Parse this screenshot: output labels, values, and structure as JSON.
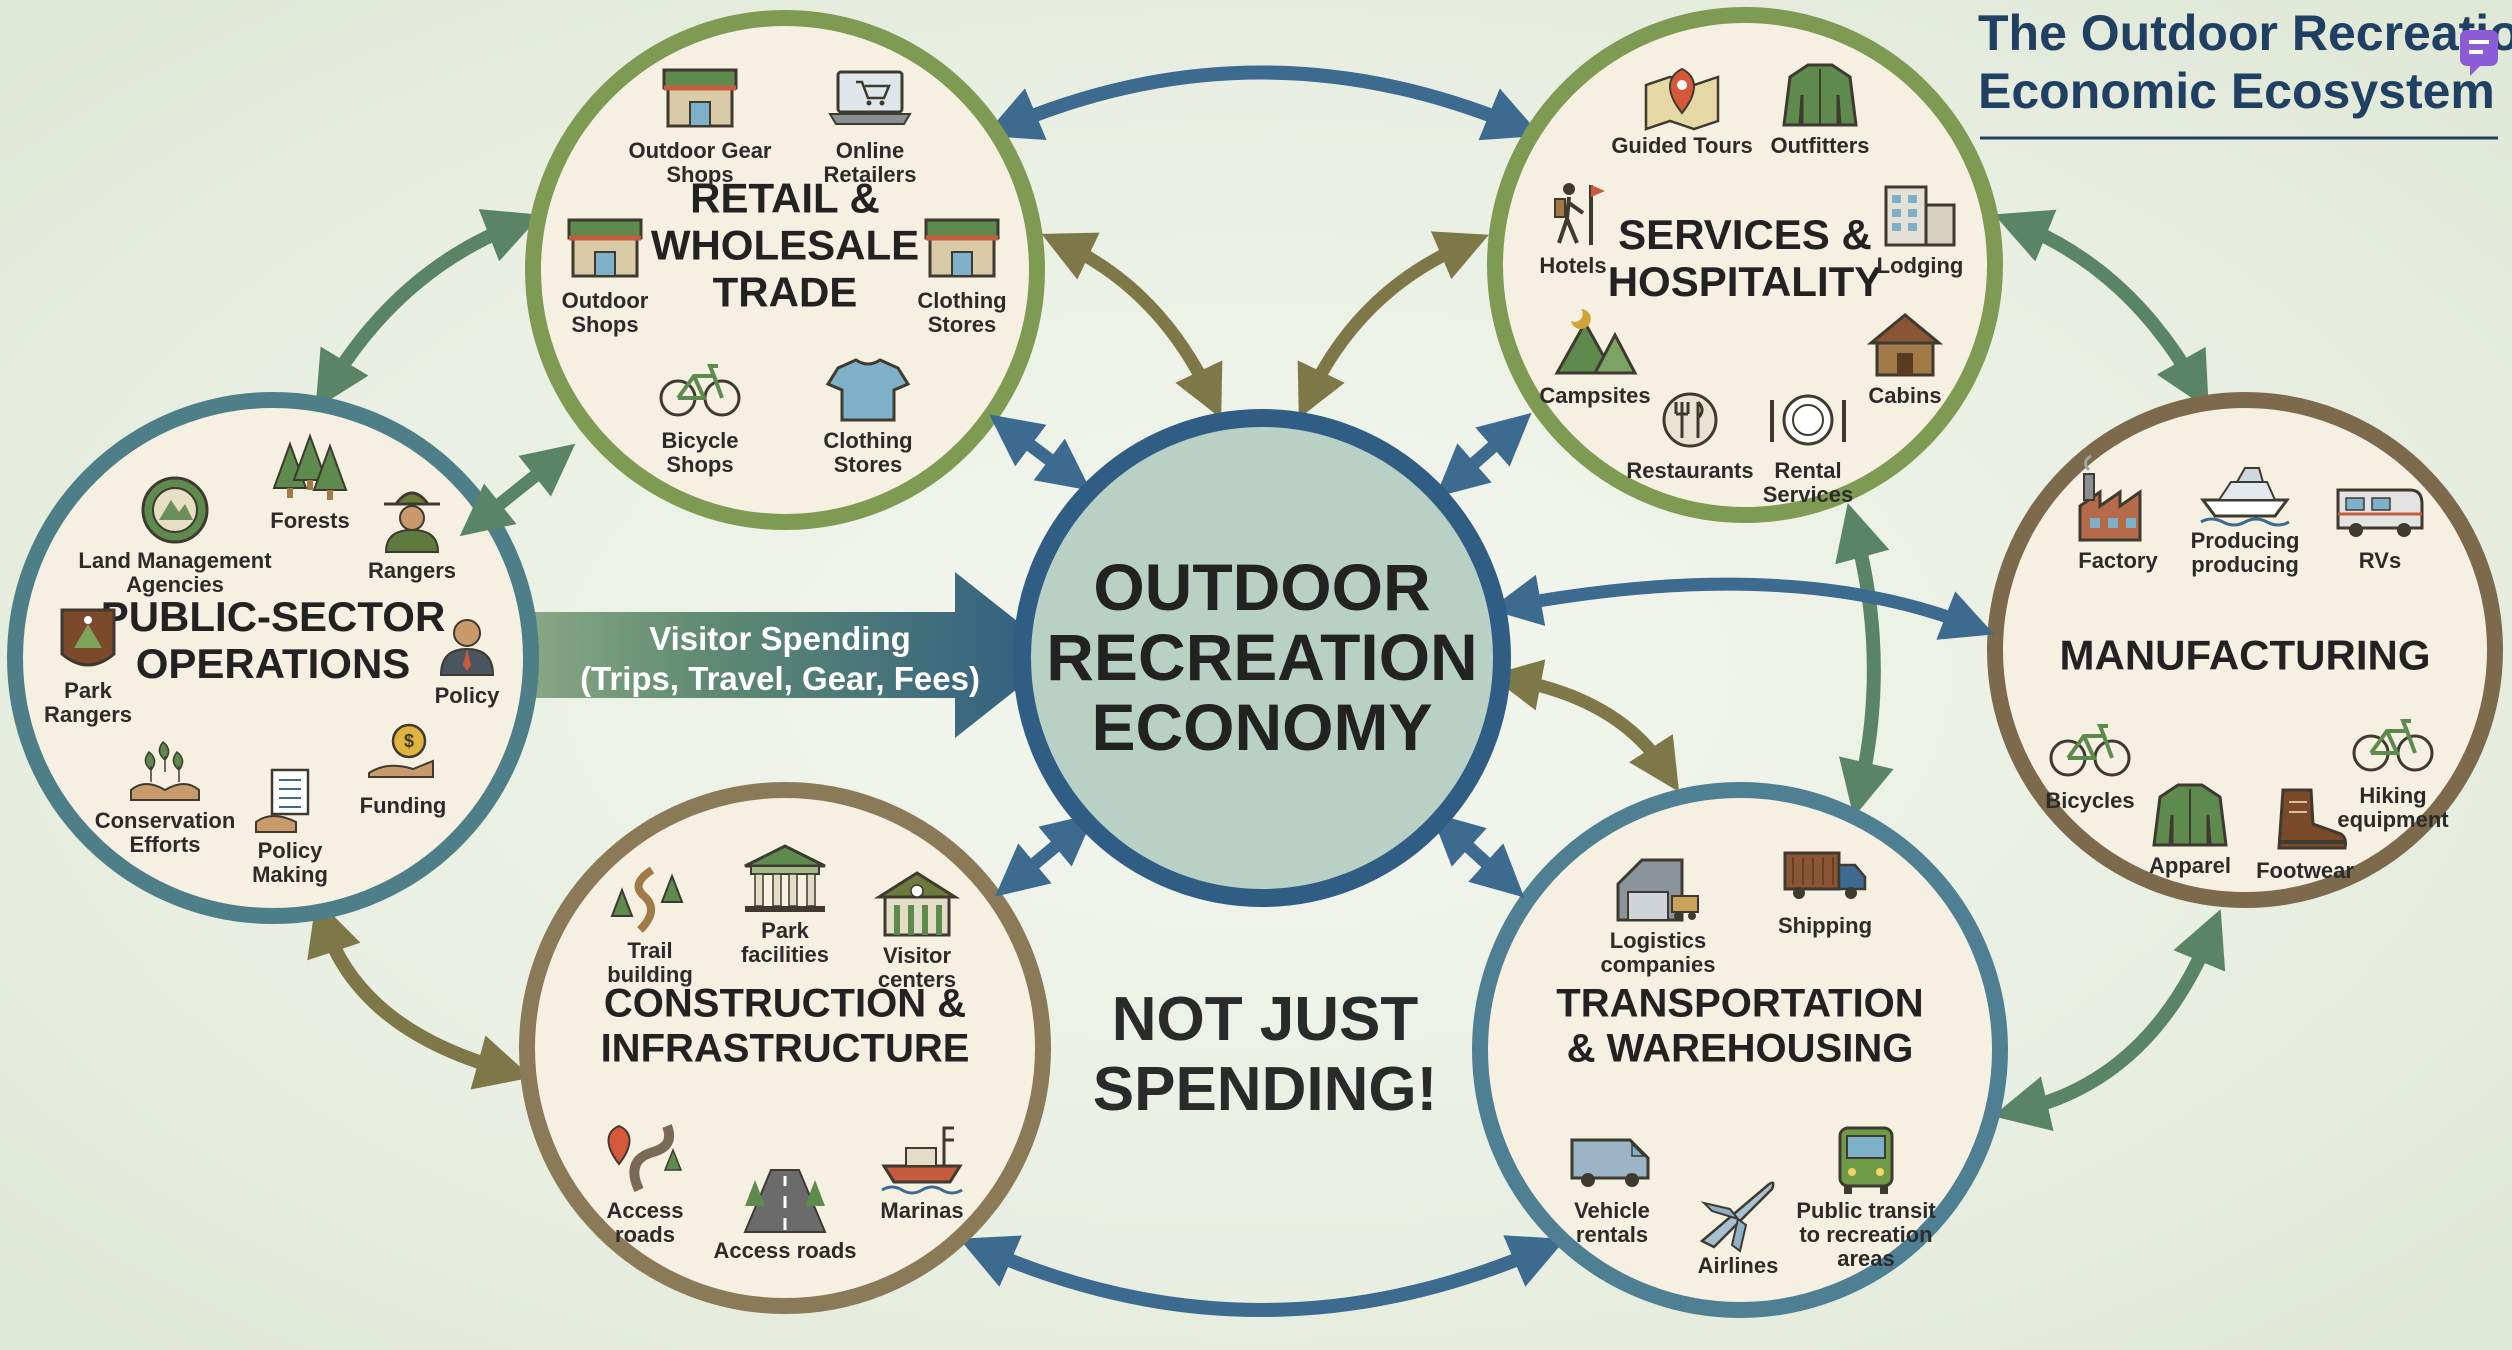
{
  "title": {
    "line1": "The Outdoor Recreation",
    "line2": "Economic Ecosystem"
  },
  "hub": {
    "lines": [
      "OUTDOOR",
      "RECREATION",
      "ECONOMY"
    ]
  },
  "banner": {
    "line1": "Visitor Spending",
    "line2": "(Trips, Travel, Gear, Fees)"
  },
  "note": {
    "line1": "NOT JUST",
    "line2": "SPENDING!"
  },
  "sectors": {
    "retail": {
      "title": [
        "RETAIL &",
        "WHOLESALE",
        "TRADE"
      ],
      "border_color": "#7f9a52",
      "items": [
        {
          "label": [
            "Outdoor Gear",
            "Shops"
          ],
          "icon": "storefront-icon"
        },
        {
          "label": [
            "Online",
            "Retailers"
          ],
          "icon": "laptop-cart-icon"
        },
        {
          "label": [
            "Outdoor",
            "Shops"
          ],
          "icon": "storefront-icon"
        },
        {
          "label": [
            "Clothing",
            "Stores"
          ],
          "icon": "storefront-icon"
        },
        {
          "label": [
            "Bicycle",
            "Shops"
          ],
          "icon": "bicycle-icon"
        },
        {
          "label": [
            "Clothing",
            "Stores"
          ],
          "icon": "tshirt-icon"
        }
      ]
    },
    "services": {
      "title": [
        "SERVICES &",
        "HOSPITALITY"
      ],
      "border_color": "#7f9a52",
      "items": [
        {
          "label": [
            "Guided Tours"
          ],
          "icon": "map-pin-icon"
        },
        {
          "label": [
            "Outfitters"
          ],
          "icon": "jacket-icon"
        },
        {
          "label": [
            "Hotels"
          ],
          "icon": "hiker-icon"
        },
        {
          "label": [
            "Lodging"
          ],
          "icon": "building-icon"
        },
        {
          "label": [
            "Campsites"
          ],
          "icon": "tent-icon"
        },
        {
          "label": [
            "Cabins"
          ],
          "icon": "cabin-icon"
        },
        {
          "label": [
            "Restaurants"
          ],
          "icon": "fork-knife-icon"
        },
        {
          "label": [
            "Rental",
            "Services"
          ],
          "icon": "plate-icon"
        }
      ]
    },
    "public": {
      "title": [
        "PUBLIC-SECTOR",
        "OPERATIONS"
      ],
      "border_color": "#4e7f88",
      "items": [
        {
          "label": [
            "Land Management",
            "Agencies"
          ],
          "icon": "agency-seal-icon"
        },
        {
          "label": [
            "Forests"
          ],
          "icon": "forest-icon"
        },
        {
          "label": [
            "Rangers"
          ],
          "icon": "ranger-icon"
        },
        {
          "label": [
            "Park",
            "Rangers"
          ],
          "icon": "park-badge-icon"
        },
        {
          "label": [
            "Policy"
          ],
          "icon": "official-icon"
        },
        {
          "label": [
            "Conservation",
            "Efforts"
          ],
          "icon": "hands-plant-icon"
        },
        {
          "label": [
            "Policy",
            "Making"
          ],
          "icon": "document-hand-icon"
        },
        {
          "label": [
            "Funding"
          ],
          "icon": "coin-hand-icon"
        }
      ]
    },
    "construction": {
      "title": [
        "CONSTRUCTION &",
        "INFRASTRUCTURE"
      ],
      "border_color": "#8a7a58",
      "items": [
        {
          "label": [
            "Trail",
            "building"
          ],
          "icon": "trail-icon"
        },
        {
          "label": [
            "Park",
            "facilities"
          ],
          "icon": "pavilion-icon"
        },
        {
          "label": [
            "Visitor",
            "centers"
          ],
          "icon": "visitor-center-icon"
        },
        {
          "label": [
            "Access",
            "roads"
          ],
          "icon": "map-road-icon"
        },
        {
          "label": [
            "Marinas"
          ],
          "icon": "boat-icon"
        },
        {
          "label": [
            "Access roads"
          ],
          "icon": "road-icon"
        }
      ]
    },
    "transport": {
      "title": [
        "TRANSPORTATION",
        "& WAREHOUSING"
      ],
      "border_color": "#4e7f92",
      "items": [
        {
          "label": [
            "Logistics",
            "companies"
          ],
          "icon": "warehouse-icon"
        },
        {
          "label": [
            "Shipping"
          ],
          "icon": "truck-icon"
        },
        {
          "label": [
            "Vehicle",
            "rentals"
          ],
          "icon": "van-icon"
        },
        {
          "label": [
            "Airlines"
          ],
          "icon": "airplane-icon"
        },
        {
          "label": [
            "Public transit",
            "to recreation",
            "areas"
          ],
          "icon": "bus-icon"
        }
      ]
    },
    "manufacturing": {
      "title": [
        "MANUFACTURING"
      ],
      "border_color": "#7d6a4d",
      "items": [
        {
          "label": [
            "Factory"
          ],
          "icon": "factory-icon"
        },
        {
          "label": [
            "Producing",
            "producing"
          ],
          "icon": "yacht-icon"
        },
        {
          "label": [
            "RVs"
          ],
          "icon": "rv-icon"
        },
        {
          "label": [
            "Bicycles"
          ],
          "icon": "bicycle-icon"
        },
        {
          "label": [
            "Hiking",
            "equipment"
          ],
          "icon": "bicycle-icon"
        },
        {
          "label": [
            "Apparel"
          ],
          "icon": "jacket-icon"
        },
        {
          "label": [
            "Footwear"
          ],
          "icon": "boot-icon"
        }
      ]
    }
  },
  "colors": {
    "hub_fill": "#b9d0c4",
    "hub_ring": "#2f5d83",
    "circle_fill": "#f5f0e1",
    "arrow_blue": "#3d6a8f",
    "arrow_green": "#5a8466",
    "arrow_olive": "#7e7848",
    "title": "#1f3f63"
  }
}
